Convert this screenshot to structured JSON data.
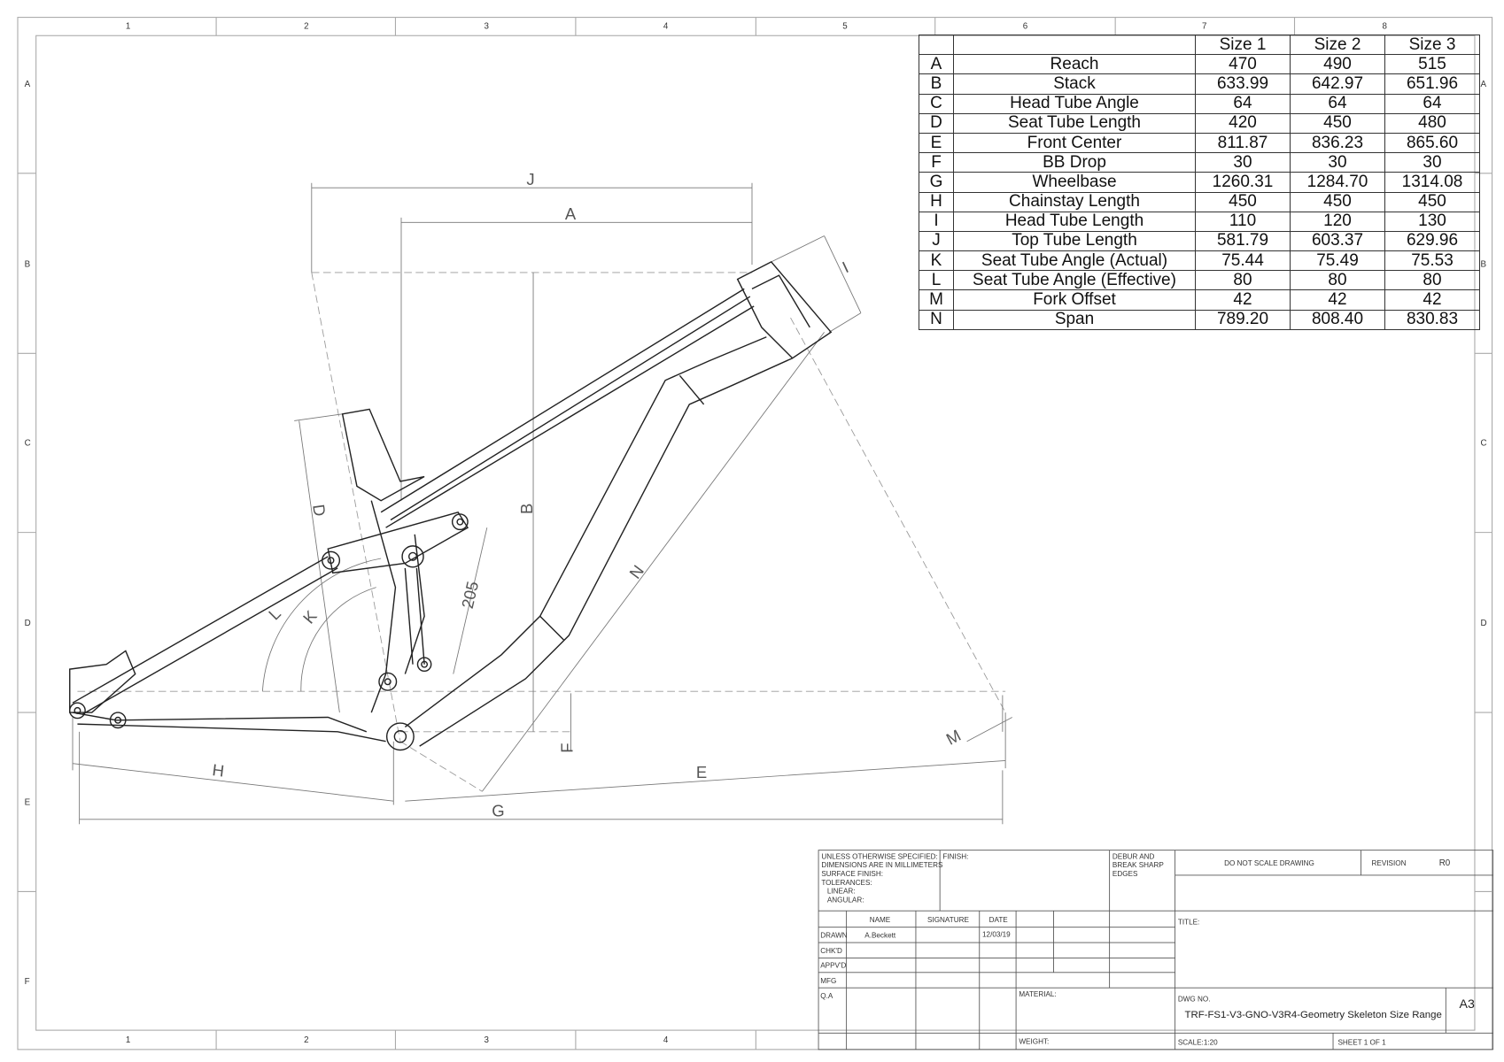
{
  "zones": {
    "columns": [
      "1",
      "2",
      "3",
      "4",
      "5",
      "6",
      "7",
      "8"
    ],
    "rows": [
      "A",
      "B",
      "C",
      "D",
      "E",
      "F"
    ]
  },
  "geometry_table": {
    "headers": [
      "Size 1",
      "Size 2",
      "Size 3"
    ],
    "rows": [
      {
        "key": "A",
        "name": "Reach",
        "values": [
          "470",
          "490",
          "515"
        ]
      },
      {
        "key": "B",
        "name": "Stack",
        "values": [
          "633.99",
          "642.97",
          "651.96"
        ]
      },
      {
        "key": "C",
        "name": "Head Tube Angle",
        "values": [
          "64",
          "64",
          "64"
        ]
      },
      {
        "key": "D",
        "name": "Seat Tube Length",
        "values": [
          "420",
          "450",
          "480"
        ]
      },
      {
        "key": "E",
        "name": "Front Center",
        "values": [
          "811.87",
          "836.23",
          "865.60"
        ]
      },
      {
        "key": "F",
        "name": "BB Drop",
        "values": [
          "30",
          "30",
          "30"
        ]
      },
      {
        "key": "G",
        "name": "Wheelbase",
        "values": [
          "1260.31",
          "1284.70",
          "1314.08"
        ]
      },
      {
        "key": "H",
        "name": "Chainstay Length",
        "values": [
          "450",
          "450",
          "450"
        ]
      },
      {
        "key": "I",
        "name": "Head Tube Length",
        "values": [
          "110",
          "120",
          "130"
        ]
      },
      {
        "key": "J",
        "name": "Top Tube Length",
        "values": [
          "581.79",
          "603.37",
          "629.96"
        ]
      },
      {
        "key": "K",
        "name": "Seat Tube Angle (Actual)",
        "values": [
          "75.44",
          "75.49",
          "75.53"
        ]
      },
      {
        "key": "L",
        "name": "Seat Tube Angle (Effective)",
        "values": [
          "80",
          "80",
          "80"
        ]
      },
      {
        "key": "M",
        "name": "Fork Offset",
        "values": [
          "42",
          "42",
          "42"
        ]
      },
      {
        "key": "N",
        "name": "Span",
        "values": [
          "789.20",
          "808.40",
          "830.83"
        ]
      }
    ]
  },
  "drawing_labels": {
    "J": "J",
    "A": "A",
    "I": "I",
    "B": "B",
    "D": "D",
    "K": "K",
    "L": "L",
    "N": "N",
    "H": "H",
    "E": "E",
    "G": "G",
    "F": "F",
    "M": "M",
    "shock": "205"
  },
  "title_block": {
    "notes": [
      "UNLESS OTHERWISE SPECIFIED:",
      "DIMENSIONS ARE IN MILLIMETERS",
      "SURFACE FINISH:",
      "TOLERANCES:",
      "  LINEAR:",
      "  ANGULAR:"
    ],
    "finish": "FINISH:",
    "debur": [
      "DEBUR AND",
      "BREAK SHARP",
      "EDGES"
    ],
    "do_not_scale": "DO NOT SCALE DRAWING",
    "revision_label": "REVISION",
    "revision": "R0",
    "col_name": "NAME",
    "col_signature": "SIGNATURE",
    "col_date": "DATE",
    "drawn": "DRAWN",
    "drawn_name": "A.Beckett",
    "drawn_date": "12/03/19",
    "chkd": "CHK'D",
    "appvd": "APPV'D",
    "mfg": "MFG",
    "qa": "Q.A",
    "material": "MATERIAL:",
    "weight": "WEIGHT:",
    "title_label": "TITLE:",
    "dwg_no_label": "DWG NO.",
    "dwg_no": "TRF-FS1-V3-GNO-V3R4-Geometry Skeleton Size Range",
    "size": "A3",
    "scale": "SCALE:1:20",
    "sheet": "SHEET 1 OF 1"
  }
}
